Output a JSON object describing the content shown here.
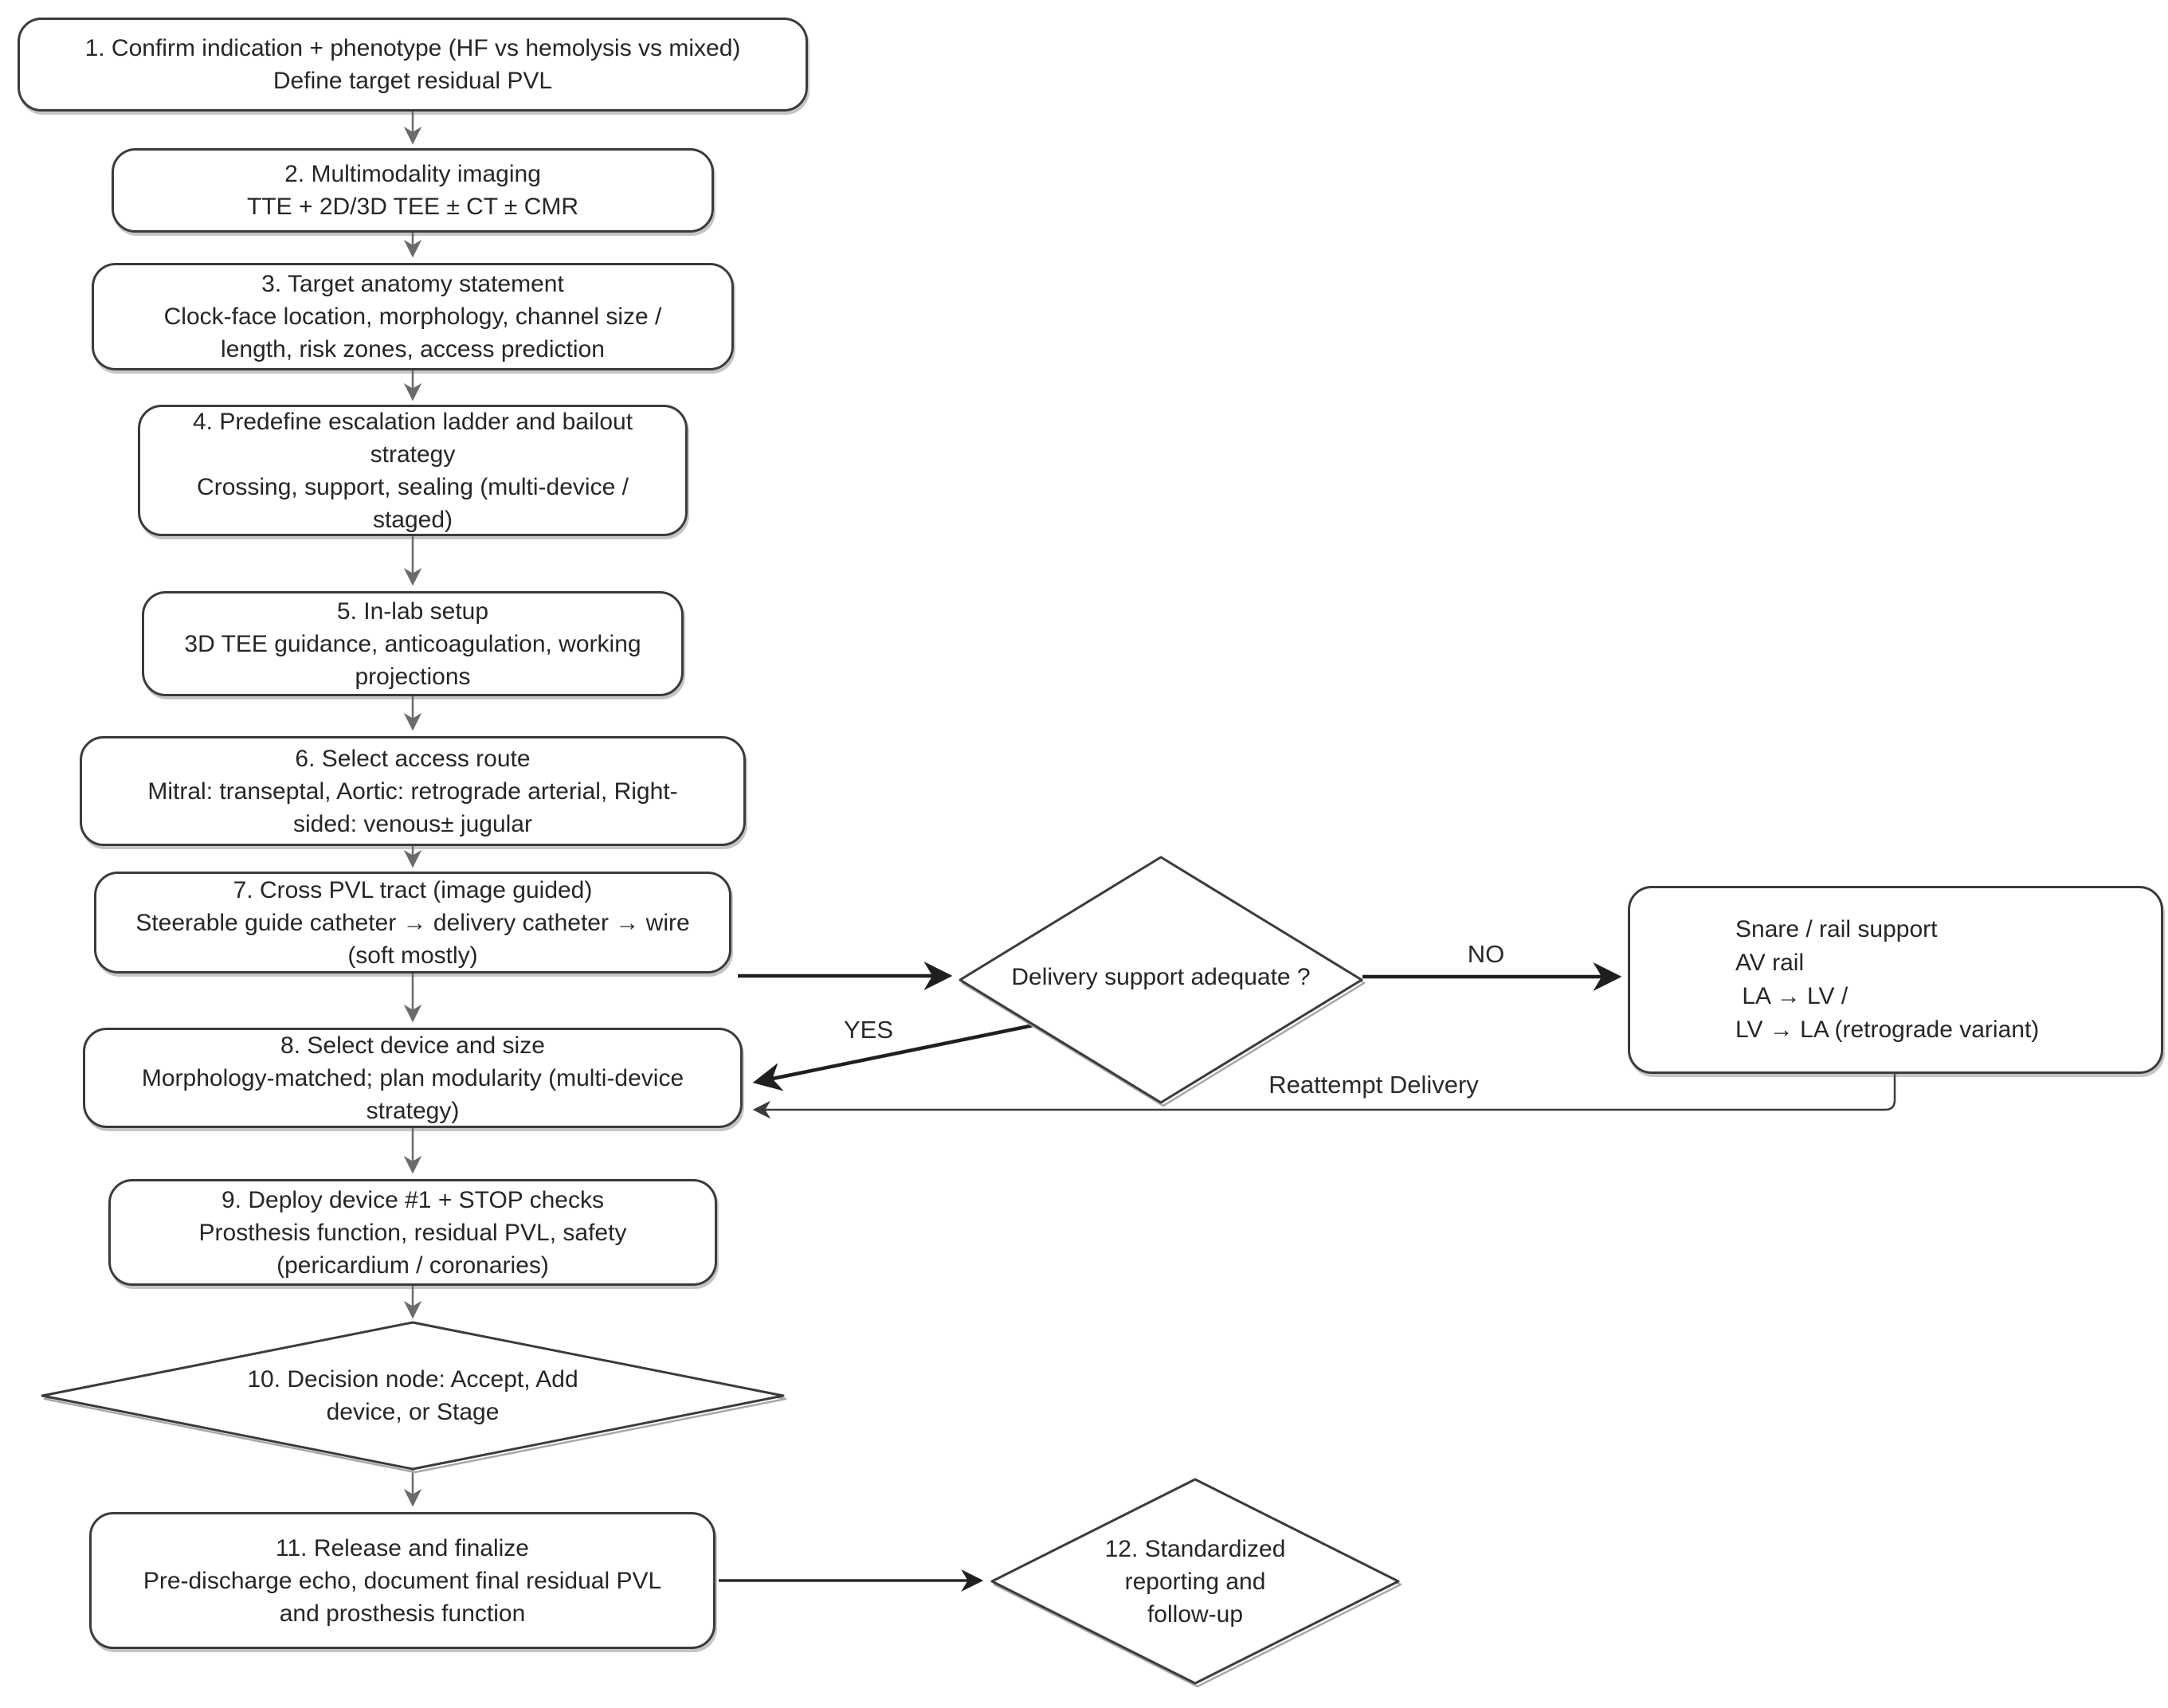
{
  "canvas": {
    "background": "#ffffff",
    "shape_stroke": "#3b3b3b",
    "text_color": "#262626",
    "thin_arrow_color": "#6b6b6b",
    "thick_arrow_color": "#1f1f1f"
  },
  "flowchart": {
    "steps": {
      "step1": {
        "text": "1. Confirm indication + phenotype (HF vs hemolysis vs mixed)\nDefine target residual PVL"
      },
      "step2": {
        "text": "2. Multimodality imaging\nTTE + 2D/3D TEE ± CT ± CMR"
      },
      "step3": {
        "text": "3. Target anatomy statement\nClock-face location, morphology, channel size /\nlength, risk zones, access prediction"
      },
      "step4": {
        "text": "4. Predefine escalation ladder and bailout\nstrategy\nCrossing, support, sealing (multi-device /\nstaged)"
      },
      "step5": {
        "text": "5. In-lab setup\n3D TEE guidance, anticoagulation, working\nprojections"
      },
      "step6": {
        "text": "6. Select access route\nMitral: transeptal, Aortic: retrograde arterial, Right-\nsided: venous± jugular"
      },
      "step7": {
        "text": "7. Cross PVL tract (image guided)\nSteerable guide catheter → delivery catheter → wire\n(soft mostly)"
      },
      "step8": {
        "text": "8. Select device and size\nMorphology-matched; plan modularity (multi-device\nstrategy)"
      },
      "step9": {
        "text": "9. Deploy device #1 + STOP checks\nProsthesis function, residual PVL, safety\n(pericardium / coronaries)"
      },
      "step10": {
        "text": "10. Decision node: Accept, Add\ndevice, or Stage"
      },
      "step11": {
        "text": "11. Release and finalize\nPre-discharge echo, document final residual PVL\nand prosthesis function"
      },
      "step12": {
        "text": "12. Standardized\nreporting and\nfollow-up"
      }
    },
    "decision_delivery": {
      "text": "Delivery support adequate ?"
    },
    "snare_bailout": {
      "text": "Snare / rail support\nAV rail\n LA → LV /\nLV → LA (retrograde variant)"
    },
    "edge_labels": {
      "no": "NO",
      "yes": "YES",
      "reattempt": "Reattempt Delivery"
    }
  }
}
